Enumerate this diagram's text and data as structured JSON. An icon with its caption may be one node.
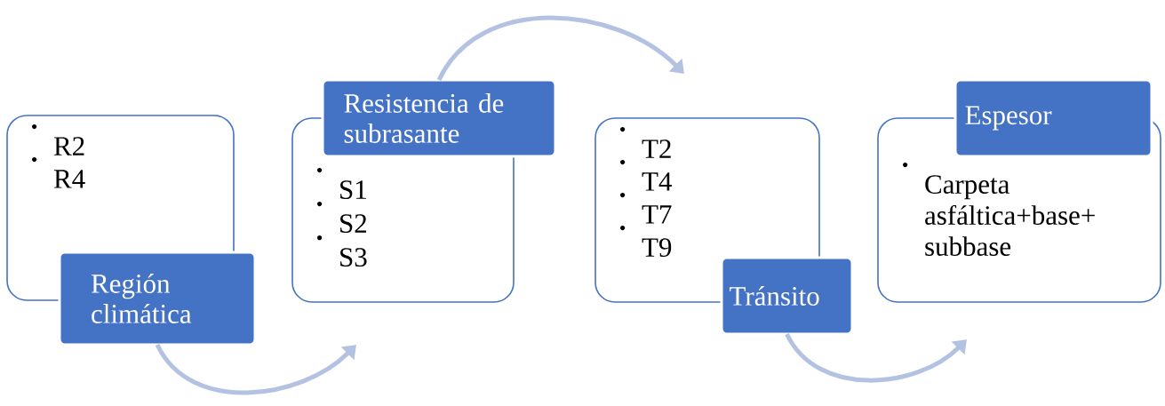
{
  "diagram": {
    "nodes": [
      {
        "text": [
          "R2",
          "R4"
        ]
      },
      {
        "text": [
          "Región climática"
        ]
      },
      {
        "text": [
          "Resistencia de subrasante"
        ]
      },
      {
        "text": [
          "S1",
          "S2",
          "S3"
        ]
      },
      {
        "text": [
          "T2",
          "T4",
          "T7",
          "T9"
        ]
      },
      {
        "text": [
          "Tránsito"
        ]
      },
      {
        "text": [
          "Espesor"
        ]
      },
      {
        "text": [
          "Carpeta asfáltica+base+ subbase"
        ]
      }
    ],
    "edges": [
      {
        "from": 1,
        "to": 3,
        "arrow": "to"
      },
      {
        "from": 2,
        "to": 4,
        "arrow": "to"
      },
      {
        "from": 5,
        "to": 7,
        "arrow": "to"
      }
    ]
  }
}
